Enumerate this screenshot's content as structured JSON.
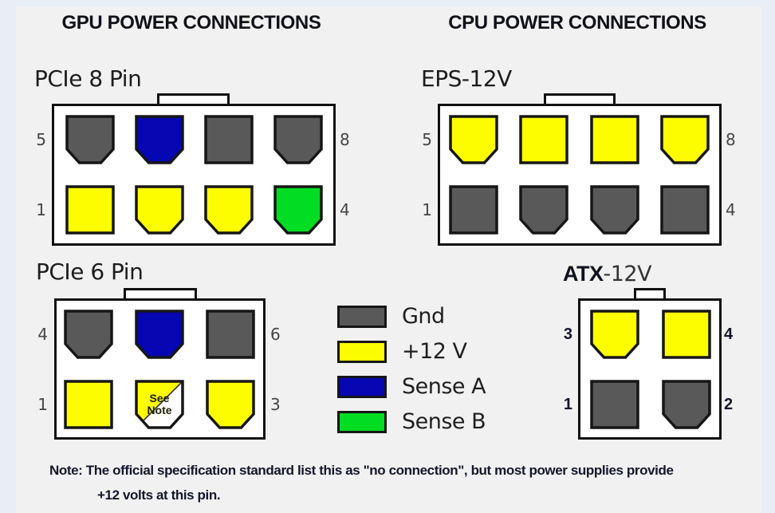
{
  "page": {
    "headings": {
      "gpu": "GPU POWER CONNECTIONS",
      "cpu": "CPU POWER CONNECTIONS"
    },
    "note_line1": "Note: The official specification standard list this as \"no connection\", but most power supplies provide",
    "note_line2": "+12 volts at this pin."
  },
  "colors": {
    "gnd": "#595959",
    "p12v": "#fdfd00",
    "sense_a": "#0606b2",
    "sense_b": "#00dd22",
    "pin_border": "#161616",
    "see_note_fill": "#ffffff"
  },
  "legend": {
    "items": [
      {
        "key": "gnd",
        "label": "Gnd"
      },
      {
        "key": "p12v",
        "label": "+12 V"
      },
      {
        "key": "sense_a",
        "label": "Sense A"
      },
      {
        "key": "sense_b",
        "label": "Sense B"
      }
    ]
  },
  "connectors": [
    {
      "id": "pcie8",
      "title": "PCIe 8 Pin",
      "rows": [
        {
          "left": "5",
          "right": "8",
          "pins": [
            {
              "t": "gnd",
              "s": "c"
            },
            {
              "t": "sense_a",
              "s": "c"
            },
            {
              "t": "gnd",
              "s": "q"
            },
            {
              "t": "gnd",
              "s": "c"
            }
          ]
        },
        {
          "left": "1",
          "right": "4",
          "pins": [
            {
              "t": "p12v",
              "s": "q"
            },
            {
              "t": "p12v",
              "s": "c"
            },
            {
              "t": "p12v",
              "s": "c"
            },
            {
              "t": "sense_b",
              "s": "c"
            }
          ]
        }
      ]
    },
    {
      "id": "eps",
      "title": "EPS-12V",
      "rows": [
        {
          "left": "5",
          "right": "8",
          "pins": [
            {
              "t": "p12v",
              "s": "c"
            },
            {
              "t": "p12v",
              "s": "q"
            },
            {
              "t": "p12v",
              "s": "q"
            },
            {
              "t": "p12v",
              "s": "c"
            }
          ]
        },
        {
          "left": "1",
          "right": "4",
          "pins": [
            {
              "t": "gnd",
              "s": "q"
            },
            {
              "t": "gnd",
              "s": "c"
            },
            {
              "t": "gnd",
              "s": "c"
            },
            {
              "t": "gnd",
              "s": "q"
            }
          ]
        }
      ]
    },
    {
      "id": "pcie6",
      "title": "PCIe 6 Pin",
      "rows": [
        {
          "left": "4",
          "right": "6",
          "pins": [
            {
              "t": "gnd",
              "s": "c"
            },
            {
              "t": "sense_a",
              "s": "c"
            },
            {
              "t": "gnd",
              "s": "q"
            }
          ]
        },
        {
          "left": "1",
          "right": "3",
          "pins": [
            {
              "t": "p12v",
              "s": "q"
            },
            {
              "t": "see_note",
              "s": "c",
              "label": [
                "See",
                "Note"
              ]
            },
            {
              "t": "p12v",
              "s": "c"
            }
          ]
        }
      ]
    },
    {
      "id": "atx",
      "title_bold": "ATX",
      "title_rest": "-12V",
      "rows": [
        {
          "left": "3",
          "right": "4",
          "pins": [
            {
              "t": "p12v",
              "s": "c"
            },
            {
              "t": "p12v",
              "s": "q"
            }
          ]
        },
        {
          "left": "1",
          "right": "2",
          "pins": [
            {
              "t": "gnd",
              "s": "q"
            },
            {
              "t": "gnd",
              "s": "c"
            }
          ]
        }
      ]
    }
  ]
}
